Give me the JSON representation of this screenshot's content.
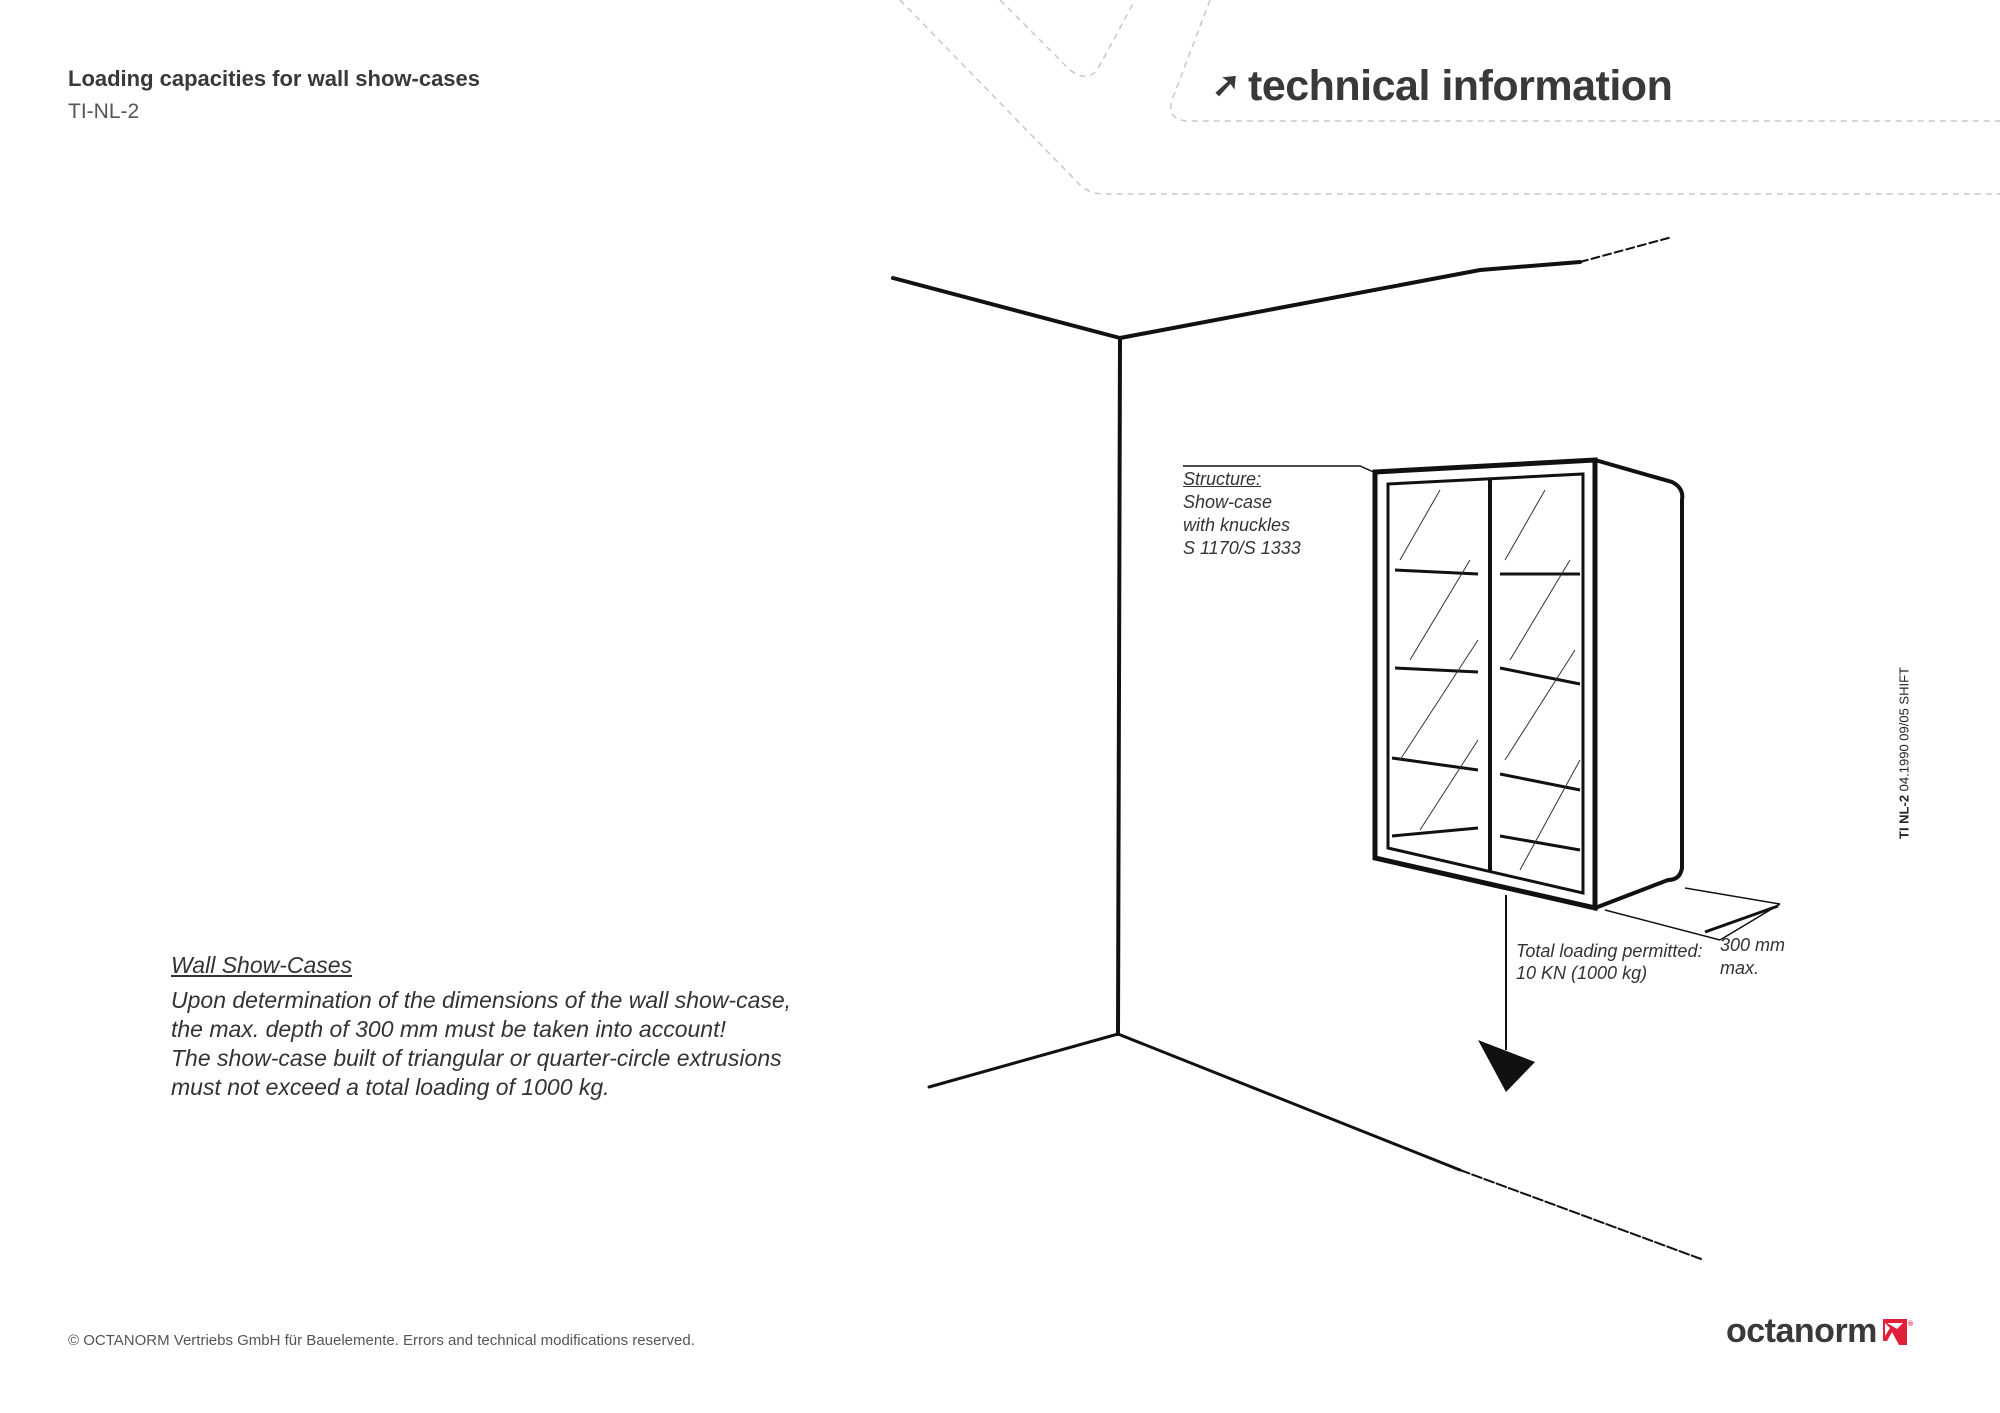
{
  "header": {
    "title": "Loading capacities for wall show-cases",
    "code": "TI-NL-2",
    "section_title": "technical information",
    "section_icon": "arrow-up-right-icon"
  },
  "drawing": {
    "structure_heading": "Structure:",
    "structure_lines": [
      "Show-case",
      "with knuckles",
      "S 1170/S 1333"
    ],
    "load_lines": [
      "Total loading permitted:",
      "10 KN (1000 kg)"
    ],
    "depth_lines": [
      "300 mm",
      "max."
    ]
  },
  "body": {
    "heading": "Wall Show-Cases",
    "lines": [
      "Upon determination of the dimensions of the wall show-case,",
      "the max. depth of 300 mm must be taken into account!",
      "The show-case built of triangular or quarter-circle extrusions",
      "must not exceed a total loading of 1000 kg."
    ]
  },
  "side_note": {
    "code": "TI NL-2",
    "info": "04.1990 09/05 SHIFT"
  },
  "footer": {
    "copyright": "© OCTANORM Vertriebs GmbH für Bauelemente. Errors and technical modifications reserved.",
    "logo_text": "octanorm",
    "logo_color": "#e2203a"
  }
}
